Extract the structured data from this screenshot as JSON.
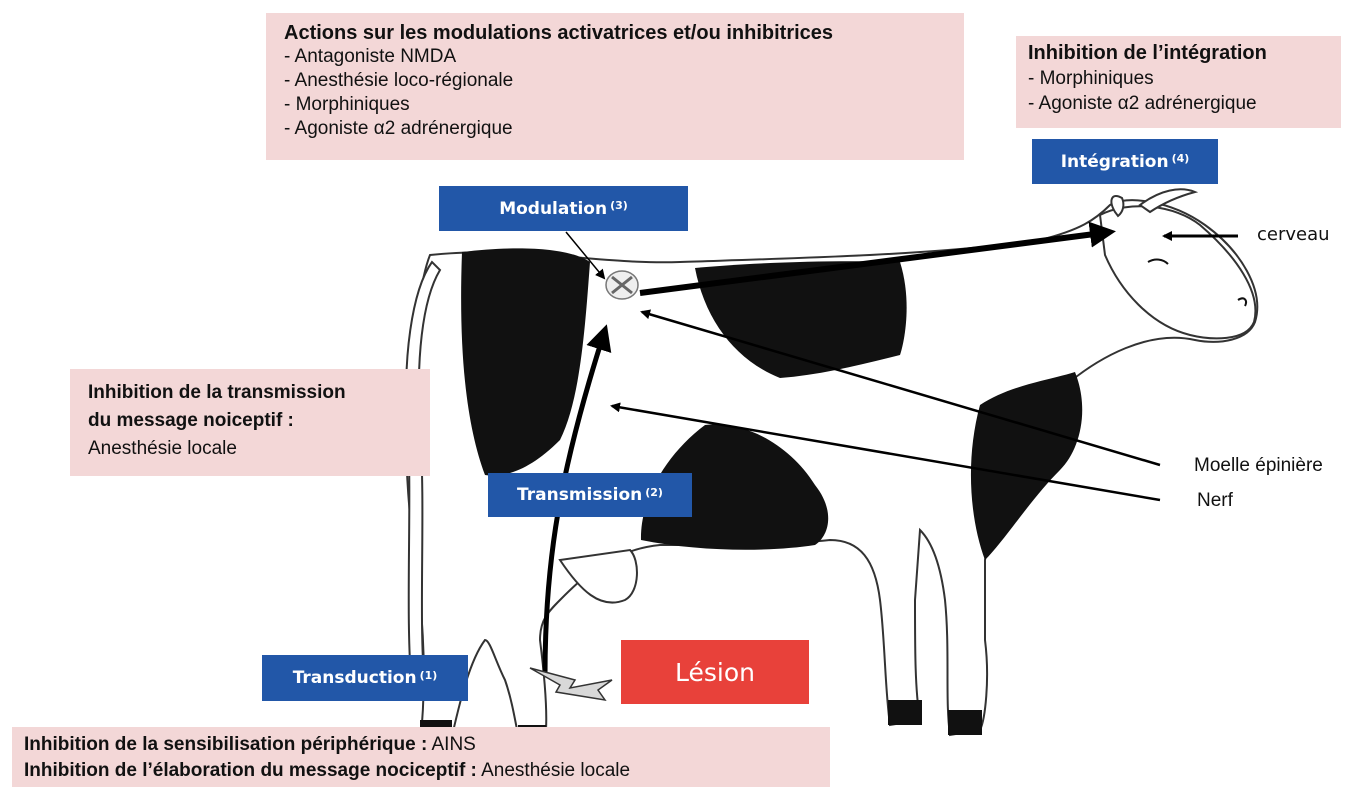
{
  "boxes": {
    "modulation_actions": {
      "title": "Actions sur les modulations activatrices et/ou inhibitrices",
      "items": [
        "- Antagoniste NMDA",
        "- Anesthésie loco-régionale",
        "- Morphiniques",
        "- Agoniste α2 adrénergique"
      ]
    },
    "integration_inhibition": {
      "title": "Inhibition de l’intégration",
      "items": [
        "- Morphiniques",
        "- Agoniste α2 adrénergique"
      ]
    },
    "transmission_inhibition": {
      "title_line1": "Inhibition de la transmission",
      "title_line2": "du message noiceptif :",
      "text": "Anesthésie locale"
    },
    "peripheral": {
      "line1_bold": "Inhibition de la sensibilisation périphérique :",
      "line1_text": " AINS",
      "line2_bold": "Inhibition de l’élaboration du message nociceptif :",
      "line2_text": " Anesthésie locale"
    }
  },
  "steps": {
    "transduction": {
      "label": "Transduction",
      "num": "(1)"
    },
    "transmission": {
      "label": "Transmission",
      "num": "(2)"
    },
    "modulation": {
      "label": "Modulation",
      "num": "(3)"
    },
    "integration": {
      "label": "Intégration",
      "num": "(4)"
    }
  },
  "lesion": "Lésion",
  "labels": {
    "cerveau": "cerveau",
    "moelle": "Moelle épinière",
    "nerf": "Nerf"
  },
  "colors": {
    "pink_box": "#f3d7d7",
    "blue_box": "#2257a8",
    "lesion": "#e8413a"
  }
}
